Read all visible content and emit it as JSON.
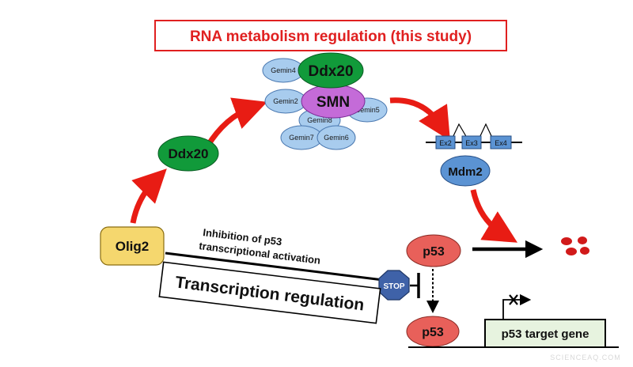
{
  "title": "RNA metabolism regulation (this study)",
  "nodes": {
    "olig2": "Olig2",
    "ddx20_free": "Ddx20",
    "ddx20_complex": "Ddx20",
    "smn": "SMN",
    "gemin4": "Gemin4",
    "gemin2": "Gemin2",
    "gemin5": "Gemin5",
    "gemin8": "Gemin8",
    "gemin7": "Gemin7",
    "gemin6": "Gemin6",
    "mdm2": "Mdm2",
    "p53_top": "p53",
    "p53_bottom": "p53",
    "stop": "STOP"
  },
  "exons": {
    "ex2": "Ex2",
    "ex3": "Ex3",
    "ex4": "Ex4"
  },
  "labels": {
    "inhibition_line1": "Inhibition of p53",
    "inhibition_line2": "transcriptional activation",
    "transcription_regulation": "Transcription regulation",
    "target_gene": "p53 target gene"
  },
  "watermark": "SCIENCEAQ.COM",
  "colors": {
    "title_border": "#e02020",
    "title_text": "#e02020",
    "ddx20_green": "#119a3a",
    "smn_purple": "#c46bd8",
    "gemin_blue": "#a8ccee",
    "mdm2_blue": "#5b93d3",
    "olig2_yellow": "#f5d76e",
    "p53_red": "#e8605a",
    "stop_blue": "#3f62a8",
    "gene_box_green": "#e7f3df",
    "arrow_red": "#e81c14"
  }
}
